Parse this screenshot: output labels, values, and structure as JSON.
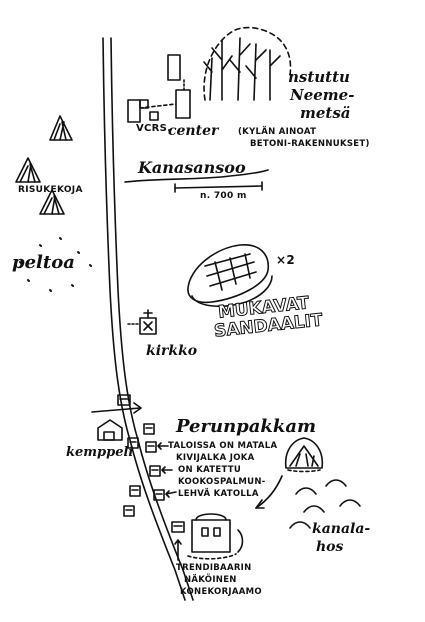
{
  "labels": {
    "forest_line1": "nstuttu",
    "forest_line2": "Neeme-",
    "forest_line3": "metsä",
    "vcrs": "VCRS.",
    "center": "center",
    "note_line1": "(KYLÄN AINOAT",
    "note_line2": "BETONI-RAKENNUKSET)",
    "road_name": "Kanasansoo",
    "distance": "n. 700 m",
    "brush_heaps": "RISUKEKOJA",
    "field": "peltoa",
    "sandals_multiplier": "×2",
    "sandals_line1": "MUKAVAT",
    "sandals_line2": "SANDAALIT",
    "church": "kirkko",
    "village": "Perunpakkam",
    "well": "kemppeli",
    "houses_line1": "TALOISSA ON MATALA",
    "houses_line2": "KIVIJALKA JOKA",
    "houses_line3": "ON KATETTU",
    "houses_line4": "KOOKOSPALMUN-",
    "houses_line5": "LEHVÄ KATOLLA",
    "hills_line1": "kanala-",
    "hills_line2": "hos",
    "repair_line1": "TRENDIBAARIN",
    "repair_line2": "NÄKÖINEN",
    "repair_line3": "KONEKORJAAMO"
  },
  "icons": {
    "bare_trees": "bare-trees-icon",
    "brush_heap": "brush-heap-icon",
    "sandal": "sandal-icon",
    "church": "church-icon",
    "well": "well-icon",
    "hut": "hut-icon",
    "house": "house-icon",
    "hill": "hill-icon",
    "building": "building-icon",
    "arrow": "arrow-icon"
  },
  "colors": {
    "ink": "#111111",
    "paper": "#ffffff"
  }
}
